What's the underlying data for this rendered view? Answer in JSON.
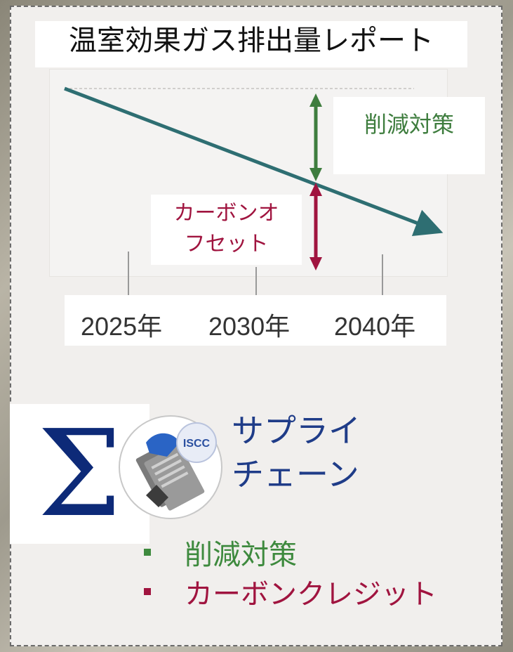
{
  "title": "温室効果ガス排出量レポート",
  "labels": {
    "reduction": "削減対策",
    "offset_line1": "カーボンオ",
    "offset_line2": "フセット"
  },
  "years": [
    "2025年",
    "2030年",
    "2040年"
  ],
  "logos": {
    "sigma": "Σ",
    "iscc": "ISCC"
  },
  "section": {
    "title_line1": "サプライ",
    "title_line2": "チェーン",
    "bullets": [
      {
        "text": "削減対策",
        "color": "#3e8a3e"
      },
      {
        "text": "カーボンクレジット",
        "color": "#a0143f"
      }
    ]
  },
  "colors": {
    "trend_line": "#2e6e72",
    "reduction": "#3e7d3e",
    "offset": "#a0143f",
    "sigma": "#0d2a78",
    "supply_title": "#1f3c88"
  }
}
